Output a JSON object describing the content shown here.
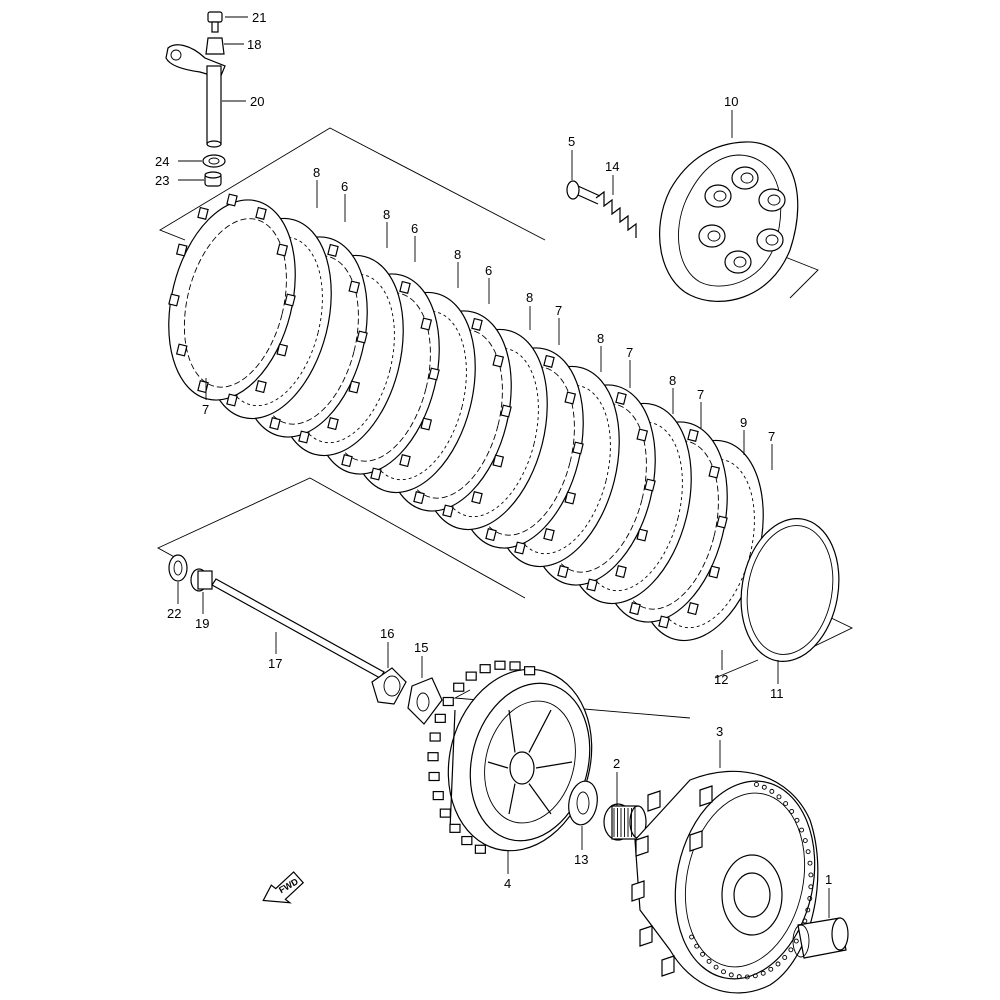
{
  "diagram": {
    "fwd_label": "FWD",
    "callouts": [
      {
        "id": "c21",
        "text": "21"
      },
      {
        "id": "c18",
        "text": "18"
      },
      {
        "id": "c20",
        "text": "20"
      },
      {
        "id": "c24",
        "text": "24"
      },
      {
        "id": "c23",
        "text": "23"
      },
      {
        "id": "c10",
        "text": "10"
      },
      {
        "id": "c5",
        "text": "5"
      },
      {
        "id": "c14",
        "text": "14"
      },
      {
        "id": "c8a",
        "text": "8"
      },
      {
        "id": "c6a",
        "text": "6"
      },
      {
        "id": "c8b",
        "text": "8"
      },
      {
        "id": "c6b",
        "text": "6"
      },
      {
        "id": "c8c",
        "text": "8"
      },
      {
        "id": "c6c",
        "text": "6"
      },
      {
        "id": "c8d",
        "text": "8"
      },
      {
        "id": "c7a",
        "text": "7"
      },
      {
        "id": "c8e",
        "text": "8"
      },
      {
        "id": "c7b",
        "text": "7"
      },
      {
        "id": "c8f",
        "text": "8"
      },
      {
        "id": "c7c",
        "text": "7"
      },
      {
        "id": "c9",
        "text": "9"
      },
      {
        "id": "c7d",
        "text": "7"
      },
      {
        "id": "c7e",
        "text": "7"
      },
      {
        "id": "c22",
        "text": "22"
      },
      {
        "id": "c19",
        "text": "19"
      },
      {
        "id": "c17",
        "text": "17"
      },
      {
        "id": "c16",
        "text": "16"
      },
      {
        "id": "c15",
        "text": "15"
      },
      {
        "id": "c12",
        "text": "12"
      },
      {
        "id": "c11",
        "text": "11"
      },
      {
        "id": "c3",
        "text": "3"
      },
      {
        "id": "c2",
        "text": "2"
      },
      {
        "id": "c13",
        "text": "13"
      },
      {
        "id": "c4",
        "text": "4"
      },
      {
        "id": "c1",
        "text": "1"
      }
    ]
  }
}
